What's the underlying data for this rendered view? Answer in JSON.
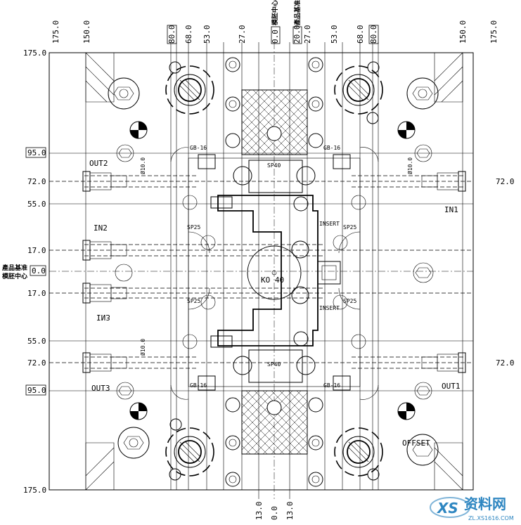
{
  "dimensions": {
    "top_left": [
      "175.0",
      "150.0",
      "80.0",
      "68.0",
      "53.0",
      "27.0"
    ],
    "top_center": [
      "0.0",
      "20.0",
      "27.0"
    ],
    "top_right": [
      "53.0",
      "68.0",
      "80.0",
      "150.0",
      "175.0"
    ],
    "bottom": [
      "13.0",
      "0.0",
      "13.0"
    ],
    "left": [
      "175.0",
      "95.0",
      "72.0",
      "55.0",
      "17.0",
      "0.0",
      "17.0",
      "55.0",
      "72.0",
      "95.0",
      "175.0"
    ],
    "right": [
      "72.0",
      "72.0"
    ]
  },
  "annotations": {
    "mold_center_top": "模胚中心",
    "product_datum_top": "產品基准",
    "product_datum_left": "產品基准",
    "mold_center_left": "模胚中心"
  },
  "part_labels": {
    "out2": "OUT2",
    "in1": "IN1",
    "in2": "IN2",
    "in3": "IN3",
    "out3": "OUT3",
    "out1": "OUT1",
    "ko": "KO 40",
    "offset": "OFFSET",
    "insert": "INSERT",
    "gb": "GB-16",
    "sp40": "SP40",
    "sp25": "SP25",
    "dia10": "Ø10.0"
  },
  "watermark": {
    "brand": "资料网",
    "url": "ZL.XS1616.COM",
    "logo": "XS"
  }
}
